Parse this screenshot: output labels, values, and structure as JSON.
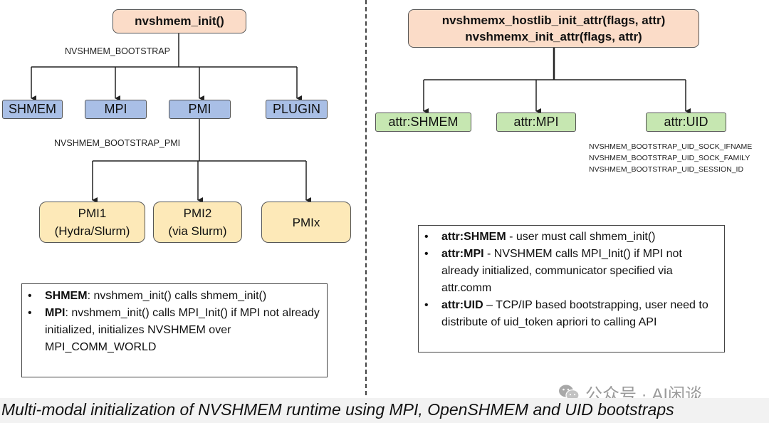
{
  "left": {
    "root_label": "nvshmem_init()",
    "bootstrap_label": "NVSHMEM_BOOTSTRAP",
    "options": [
      "SHMEM",
      "MPI",
      "PMI",
      "PLUGIN"
    ],
    "pmi_label": "NVSHMEM_BOOTSTRAP_PMI",
    "pmi_options": [
      {
        "line1": "PMI1",
        "line2": "(Hydra/Slurm)"
      },
      {
        "line1": "PMI2",
        "line2": "(via Slurm)"
      },
      {
        "line1": "PMIx",
        "line2": ""
      }
    ],
    "notes": [
      {
        "term": "SHMEM",
        "text": ": nvshmem_init() calls shmem_init()"
      },
      {
        "term": "MPI",
        "text": ": nvshmem_init() calls MPI_Init() if MPI not already initialized, initializes NVSHMEM over MPI_COMM_WORLD"
      }
    ]
  },
  "right": {
    "root_line1": "nvshmemx_hostlib_init_attr(flags, attr)",
    "root_line2": "nvshmemx_init_attr(flags, attr)",
    "options": [
      "attr:SHMEM",
      "attr:MPI",
      "attr:UID"
    ],
    "uid_env": [
      "NVSHMEM_BOOTSTRAP_UID_SOCK_IFNAME",
      "NVSHMEM_BOOTSTRAP_UID_SOCK_FAMILY",
      "NVSHMEM_BOOTSTRAP_UID_SESSION_ID"
    ],
    "notes": [
      {
        "term": "attr:SHMEM",
        "text": " - user must call shmem_init()"
      },
      {
        "term": "attr:MPI",
        "text": " -  NVSHMEM calls MPI_Init() if MPI not already initialized, communicator specified via attr.comm"
      },
      {
        "term": "attr:UID",
        "text": " – TCP/IP based bootstrapping, user need to distribute of uid_token apriori to calling API"
      }
    ]
  },
  "bullet_glyph": "•",
  "caption": "Multi-modal initialization of NVSHMEM runtime using MPI, OpenSHMEM and UID bootstraps",
  "watermark": "公众号 · AI闲谈",
  "colors": {
    "salmon": "#fbdcc8",
    "blue": "#a9bfe6",
    "green": "#c6e7b1",
    "yellow": "#fde9b8"
  }
}
